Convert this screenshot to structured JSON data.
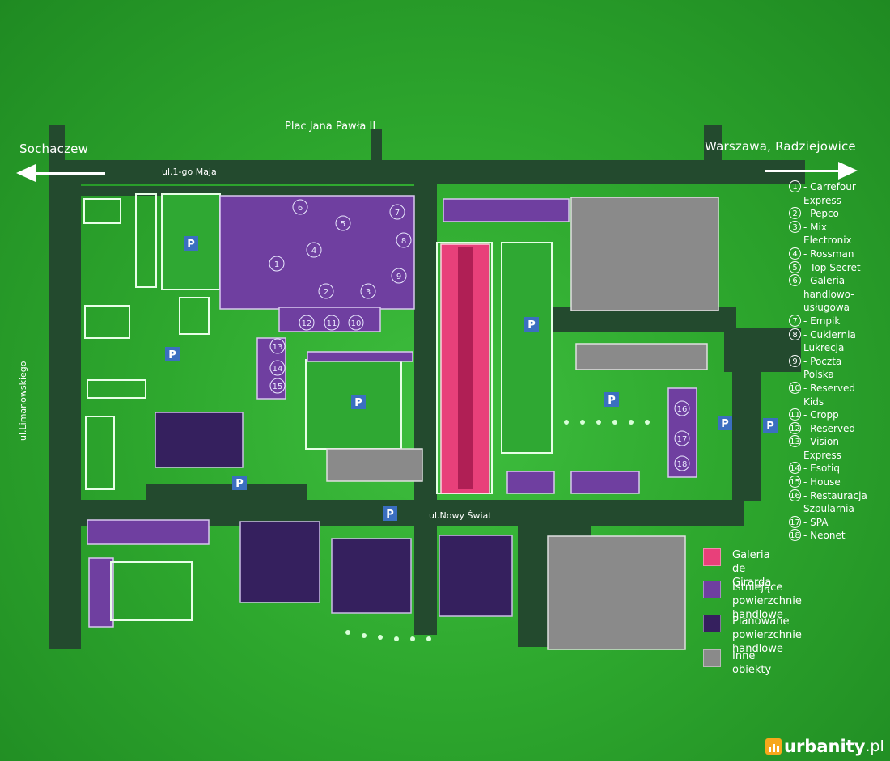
{
  "streets": {
    "sochaczew": "Sochaczew",
    "warszawa": "Warszawa, Radziejowice",
    "plac": "Plac Jana Pawła II",
    "ul_1_maja": "ul.1-go Maja",
    "ul_limanowskiego": "ul.Limanowskiego",
    "ul_nowy_swiat": "ul.Nowy Świat"
  },
  "parking_symbol": "P",
  "stores": [
    {
      "num": "1",
      "name": "Carrefour\nExpress"
    },
    {
      "num": "2",
      "name": "Pepco"
    },
    {
      "num": "3",
      "name": "Mix\nElectronix"
    },
    {
      "num": "4",
      "name": "Rossman"
    },
    {
      "num": "5",
      "name": "Top Secret"
    },
    {
      "num": "6",
      "name": "Galeria\nhandlowo-\nusługowa"
    },
    {
      "num": "7",
      "name": "Empik"
    },
    {
      "num": "8",
      "name": "Cukiernia\nLukrecja"
    },
    {
      "num": "9",
      "name": "Poczta\nPolska"
    },
    {
      "num": "10",
      "name": "Reserved\nKids"
    },
    {
      "num": "11",
      "name": "Cropp"
    },
    {
      "num": "12",
      "name": "Reserved"
    },
    {
      "num": "13",
      "name": "Vision\nExpress"
    },
    {
      "num": "14",
      "name": "Esotiq"
    },
    {
      "num": "15",
      "name": "House"
    },
    {
      "num": "16",
      "name": "Restauracja\nSzpularnia"
    },
    {
      "num": "17",
      "name": "SPA"
    },
    {
      "num": "18",
      "name": "Neonet"
    }
  ],
  "legend": [
    {
      "label": "Galeria de Girarda",
      "color": "#e8407a"
    },
    {
      "label": "Istniejące powierzchnie\nhandlowe",
      "color": "#6f3fa0"
    },
    {
      "label": "Planowane powierzchnie\nhandlowe",
      "color": "#35205e"
    },
    {
      "label": "Inne obiekty",
      "color": "#8a8a8a"
    }
  ],
  "colors": {
    "road": "#234a2e",
    "grass": "#3cbf3c",
    "existing": "#6f3fa0",
    "planned": "#35205e",
    "galeria": "#e8407a",
    "other": "#8a8a8a",
    "parking_badge": "#3b6fc0"
  },
  "logo": {
    "word": "urbanity",
    "tld": ".pl"
  }
}
